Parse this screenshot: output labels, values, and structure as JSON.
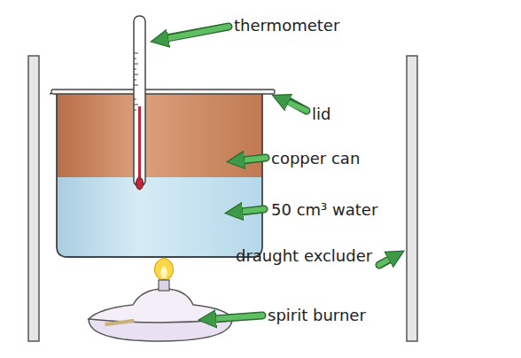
{
  "diagram": {
    "labels": [
      "thermometer",
      "lid",
      "copper can",
      "50 cm³ water",
      "draught excluder",
      "spirit burner"
    ]
  }
}
